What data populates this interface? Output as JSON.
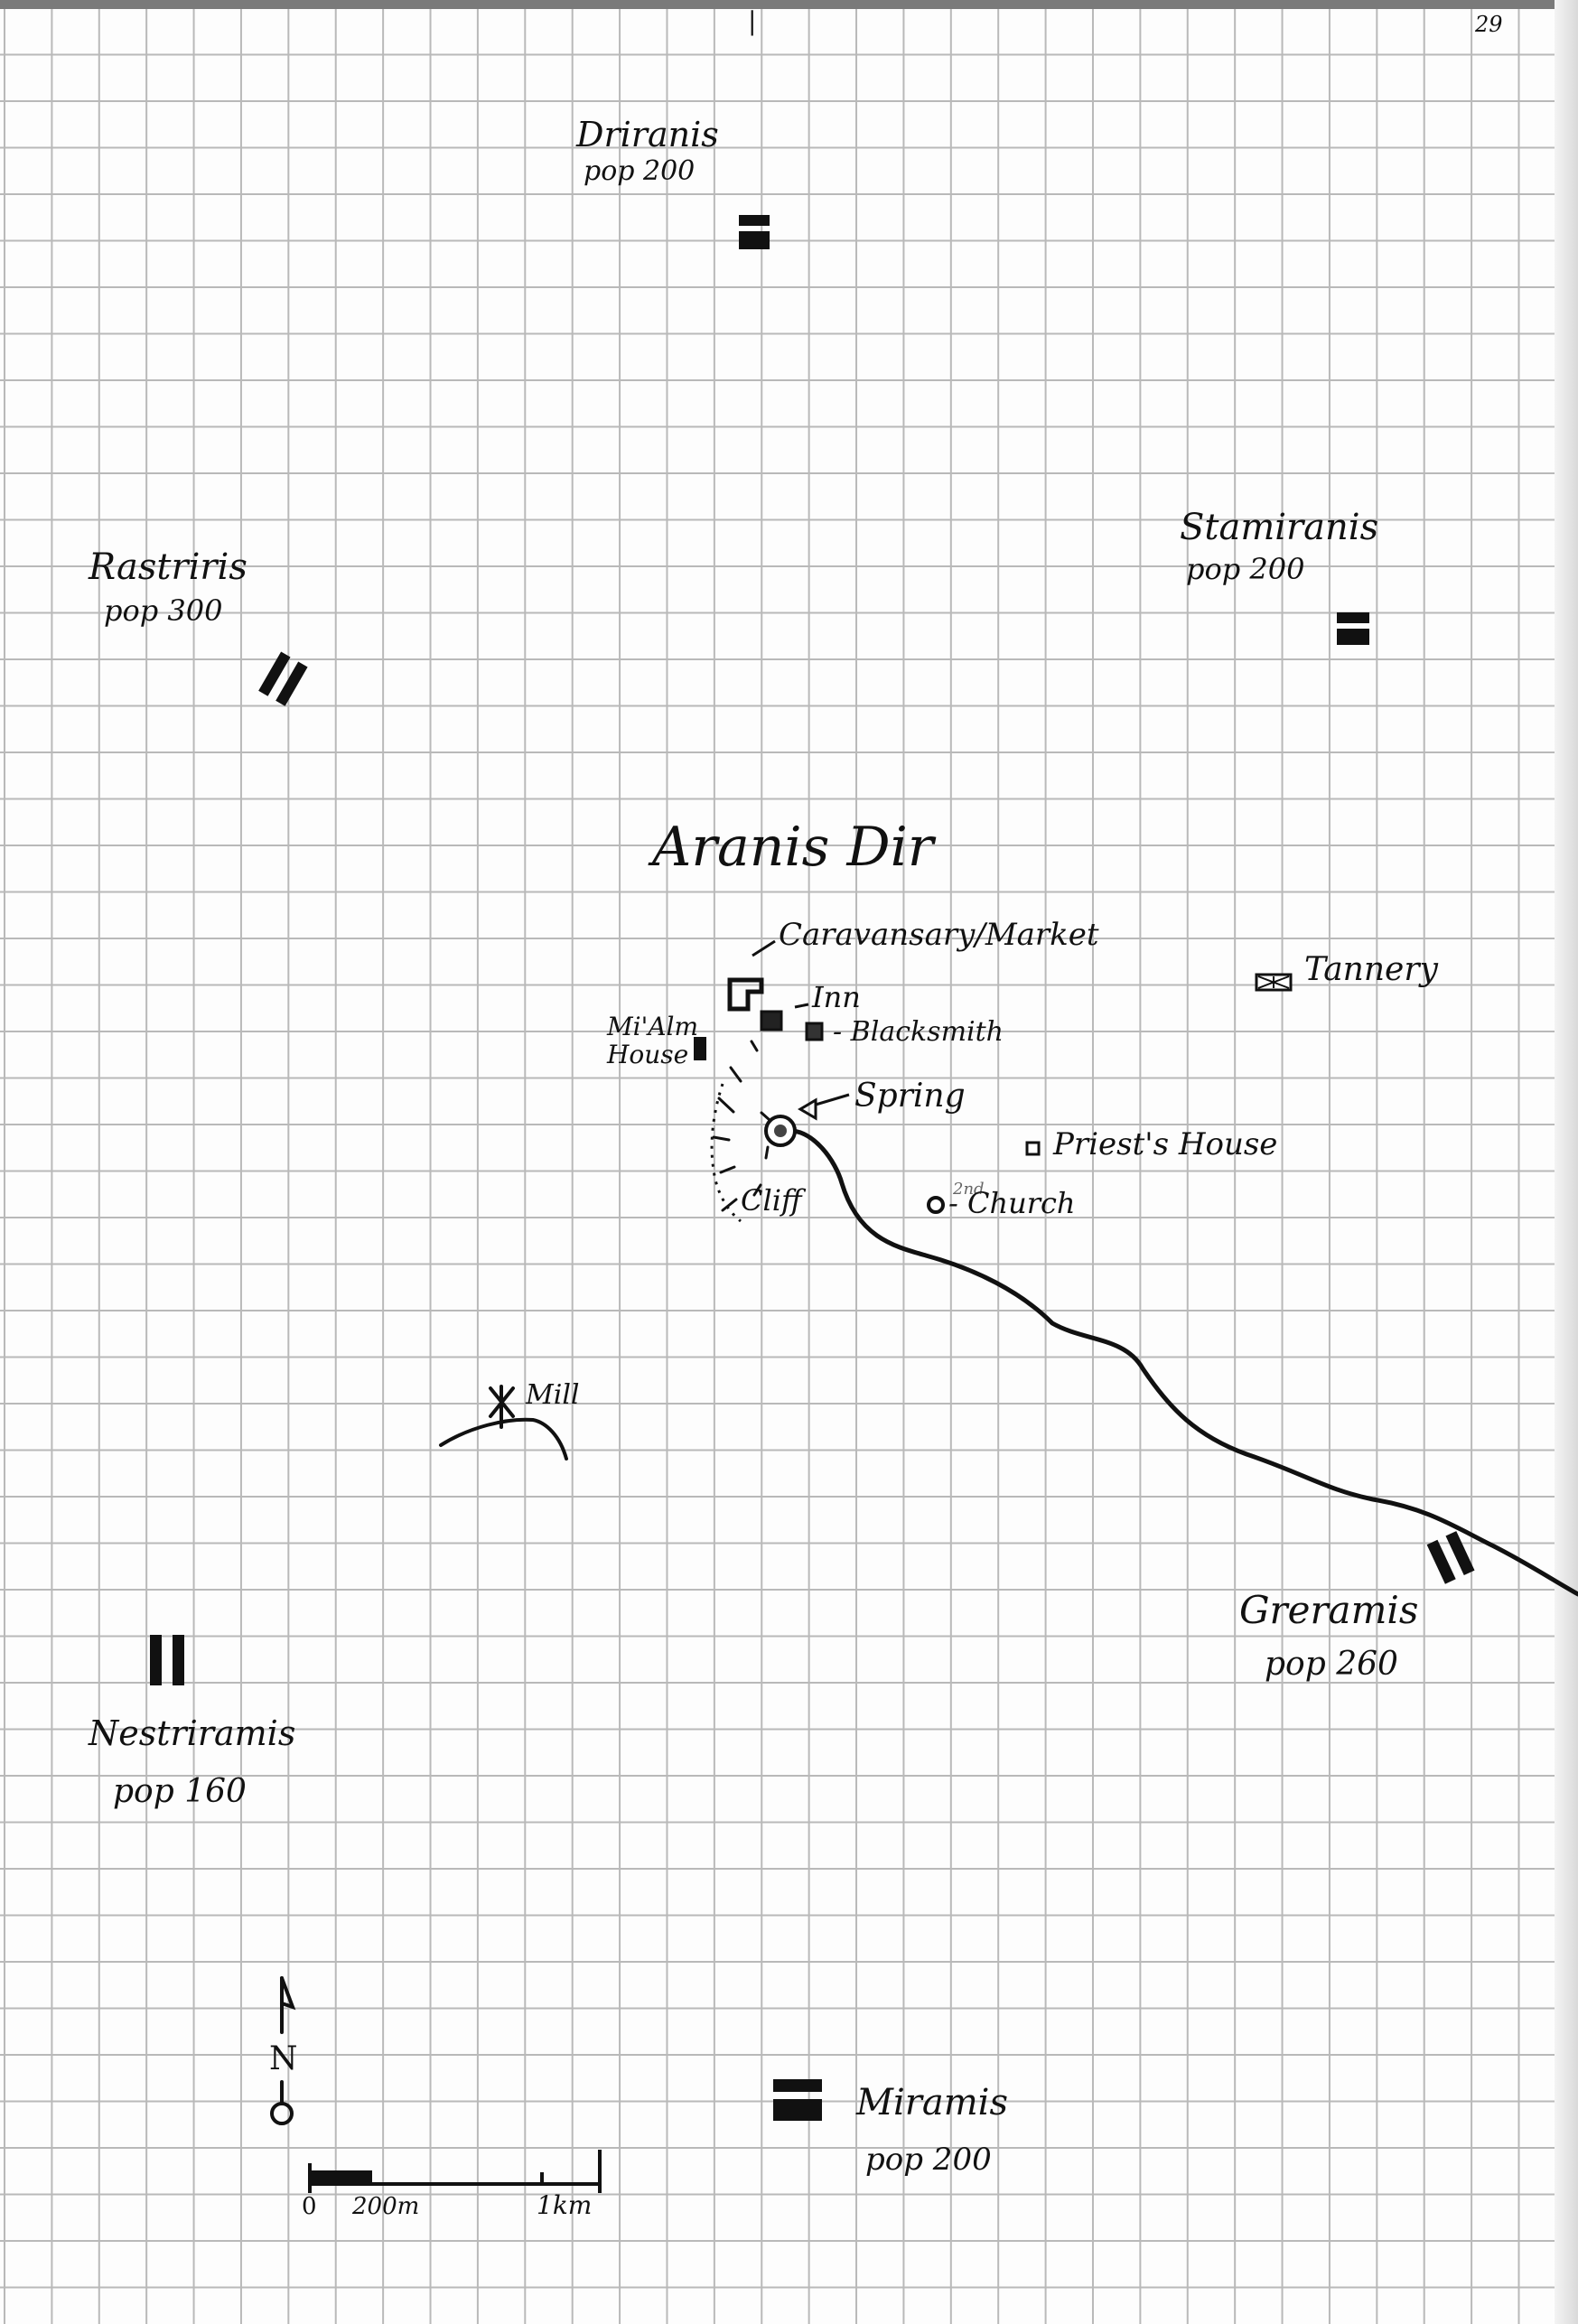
{
  "page": {
    "number": "29",
    "top_mark": "|"
  },
  "title": "Aranis Dir",
  "settlements": [
    {
      "id": "driranis",
      "name": "Driranis",
      "pop": "pop 200"
    },
    {
      "id": "rastriris",
      "name": "Rastriris",
      "pop": "pop 300"
    },
    {
      "id": "stamiranis",
      "name": "Stamiranis",
      "pop": "pop 200"
    },
    {
      "id": "greramis",
      "name": "Greramis",
      "pop": "pop 260"
    },
    {
      "id": "nestriramis",
      "name": "Nestriramis",
      "pop": "pop 160"
    },
    {
      "id": "miramis",
      "name": "Miramis",
      "pop": "pop 200"
    }
  ],
  "features": {
    "caravansary": "Caravansary/Market",
    "inn": "Inn",
    "blacksmith": "- Blacksmith",
    "mi_alm_house": "Mi'Alm House",
    "spring": "Spring",
    "cliff": "Cliff",
    "priests_house": "Priest's House",
    "church": "- Church",
    "church_note": "2nd",
    "tannery": "Tannery",
    "mill": "Mill"
  },
  "compass": {
    "letter": "N"
  },
  "scale": {
    "zero": "0",
    "mid": "200m",
    "end": "1km"
  },
  "colors": {
    "ink": "#111111",
    "grid": "#b9b9b9",
    "paper": "#fdfdfd"
  }
}
